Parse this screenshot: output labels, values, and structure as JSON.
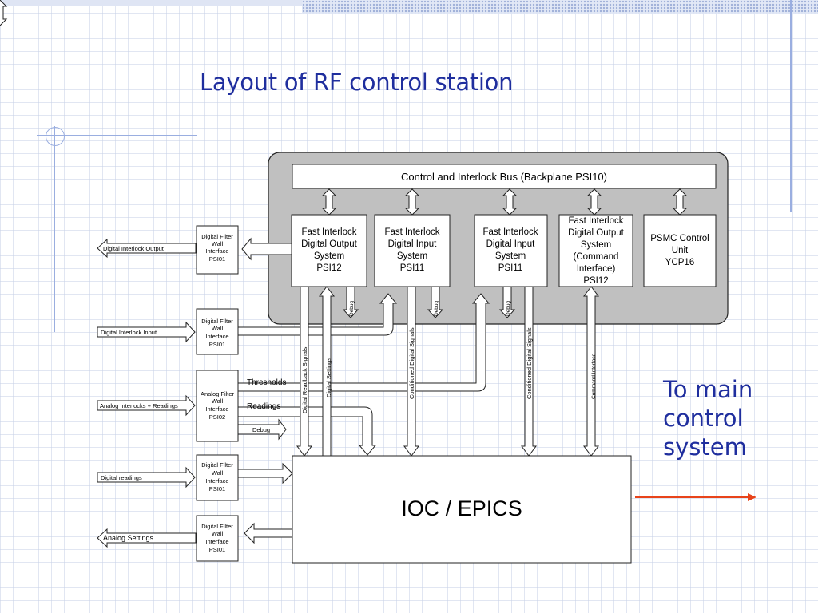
{
  "slide": {
    "title": "Layout of RF control station",
    "caption_lines": [
      "To main",
      "control",
      "system"
    ]
  },
  "diagram": {
    "bus_label": "Control and Interlock Bus (Backplane PSI10)",
    "modules": [
      {
        "lines": [
          "Fast Interlock",
          "Digital Output",
          "System",
          "PSI12"
        ]
      },
      {
        "lines": [
          "Fast Interlock",
          "Digital Input",
          "System",
          "PSI11"
        ]
      },
      {
        "lines": [
          "Fast Interlock",
          "Digital Input",
          "System",
          "PSI11"
        ]
      },
      {
        "lines": [
          "Fast Interlock",
          "Digital Output",
          "System",
          "(Command",
          "Interface)",
          "PSI12"
        ]
      },
      {
        "lines": [
          "PSMC Control",
          "Unit",
          "YCP16"
        ]
      }
    ],
    "filters": [
      {
        "lines": [
          "Digital Filter",
          "Wall",
          "Interface",
          "PSI01"
        ]
      },
      {
        "lines": [
          "Digital Filter",
          "Wall",
          "Interface",
          "PSI01"
        ]
      },
      {
        "lines": [
          "Analog Filter",
          "Wall",
          "Interface",
          "PSI02"
        ]
      },
      {
        "lines": [
          "Digital Filter",
          "Wall",
          "Interface",
          "PSI01"
        ]
      },
      {
        "lines": [
          "Digital Filter",
          "Wall",
          "Interface",
          "PSI01"
        ]
      }
    ],
    "io_labels": {
      "interlock_output": "Digital Interlock Output",
      "interlock_input": "Digital Interlock Input",
      "analog_interlocks": "Analog Interlocks + Readings",
      "digital_readings": "Digital readings",
      "analog_settings": "Analog Settings"
    },
    "signal_labels": {
      "thresholds": "Thresholds",
      "readings": "Readings",
      "debug": "Debug",
      "digital_readback": "Digital Readback Signals",
      "digital_settings": "Digital Settings",
      "conditioned_1": "Conditioned Digital Signals",
      "conditioned_2": "Conditioned Digital Signals",
      "command_interface": "Command Interface"
    },
    "ioc_label": "IOC / EPICS"
  },
  "colors": {
    "title": "#1f2e9e",
    "arrow_to_main": "#e8431a",
    "panel": "#c0c0c0"
  }
}
